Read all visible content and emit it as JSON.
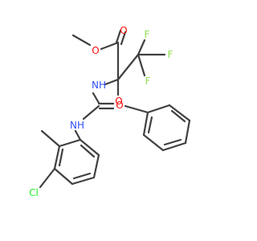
{
  "colors": {
    "background": "#ffffff",
    "bond": "#404040",
    "O": "#ff0d0d",
    "N": "#3050f8",
    "F": "#90e050",
    "Cl": "#1ff01f",
    "H": "#3050f8"
  },
  "atom_labels": {
    "ester_carbonyl_O": "O",
    "ester_ether_O": "O",
    "amide_NH": "NH",
    "urea_NH": "NH",
    "urea_carbonyl_O": "O",
    "phenoxy_O": "O",
    "F_top": "F",
    "F_right": "F",
    "F_lower": "F",
    "chlorine": "Cl"
  }
}
